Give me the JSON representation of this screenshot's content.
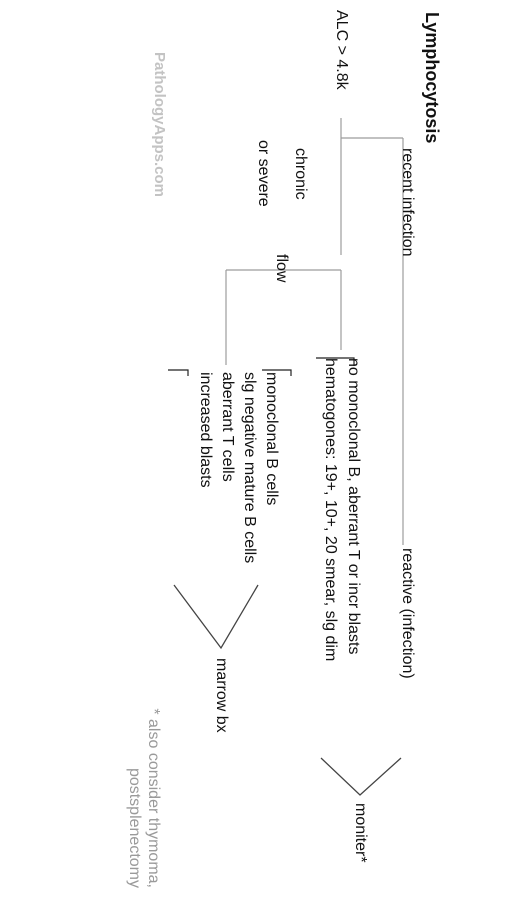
{
  "diagram": {
    "title": "Lymphocytosis",
    "watermark": "PathologyApps.com",
    "nodes": {
      "alc": "ALC > 4.8k",
      "recent_infection": "recent infection",
      "chronic_line1": "chronic",
      "chronic_line2": "or severe",
      "flow": "flow",
      "reactive": "reactive (infection)",
      "no_clonal_line1": "no monoclonal B, aberrant T or incr blasts",
      "no_clonal_line2": "hematogones: 19+, 10+, 20 smear, slg dim",
      "abnormal_line1": "monoclonal B cells",
      "abnormal_line2": "slg negative mature B cells",
      "abnormal_line3": "aberrant T cells",
      "abnormal_line4": "increased blasts",
      "moniter": "moniter*",
      "marrow": "marrow bx"
    },
    "note": {
      "line1": "* also consider thymoma,",
      "line2": "postsplenectomy"
    }
  }
}
